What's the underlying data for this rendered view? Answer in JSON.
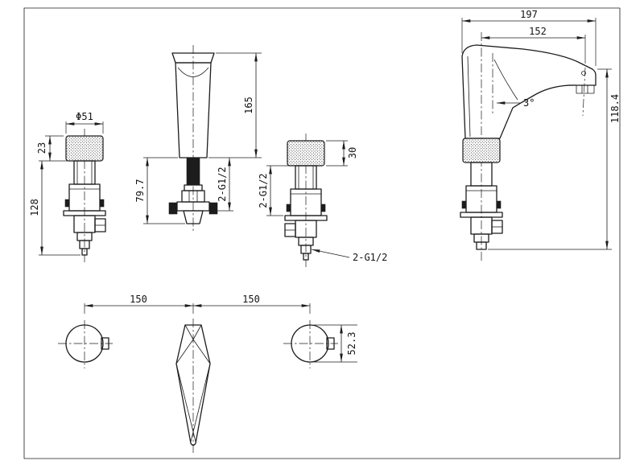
{
  "views": {
    "handle_left": {
      "dims": {
        "diameter": "Φ51",
        "cap_height": "23",
        "body_height": "128"
      }
    },
    "spout_front": {
      "dims": {
        "height": "165",
        "under_height": "79.7",
        "thread": "2-G1/2"
      }
    },
    "handle_right": {
      "dims": {
        "cap_height": "30",
        "thread": "2-G1/2",
        "tail_thread": "2-G1/2"
      }
    },
    "spout_side": {
      "dims": {
        "overall_length": "197",
        "reach": "152",
        "outlet_angle": "3°",
        "height": "118.4"
      }
    },
    "plan": {
      "dims": {
        "pitch_left": "150",
        "pitch_right": "150",
        "depth": "52.3"
      }
    }
  }
}
